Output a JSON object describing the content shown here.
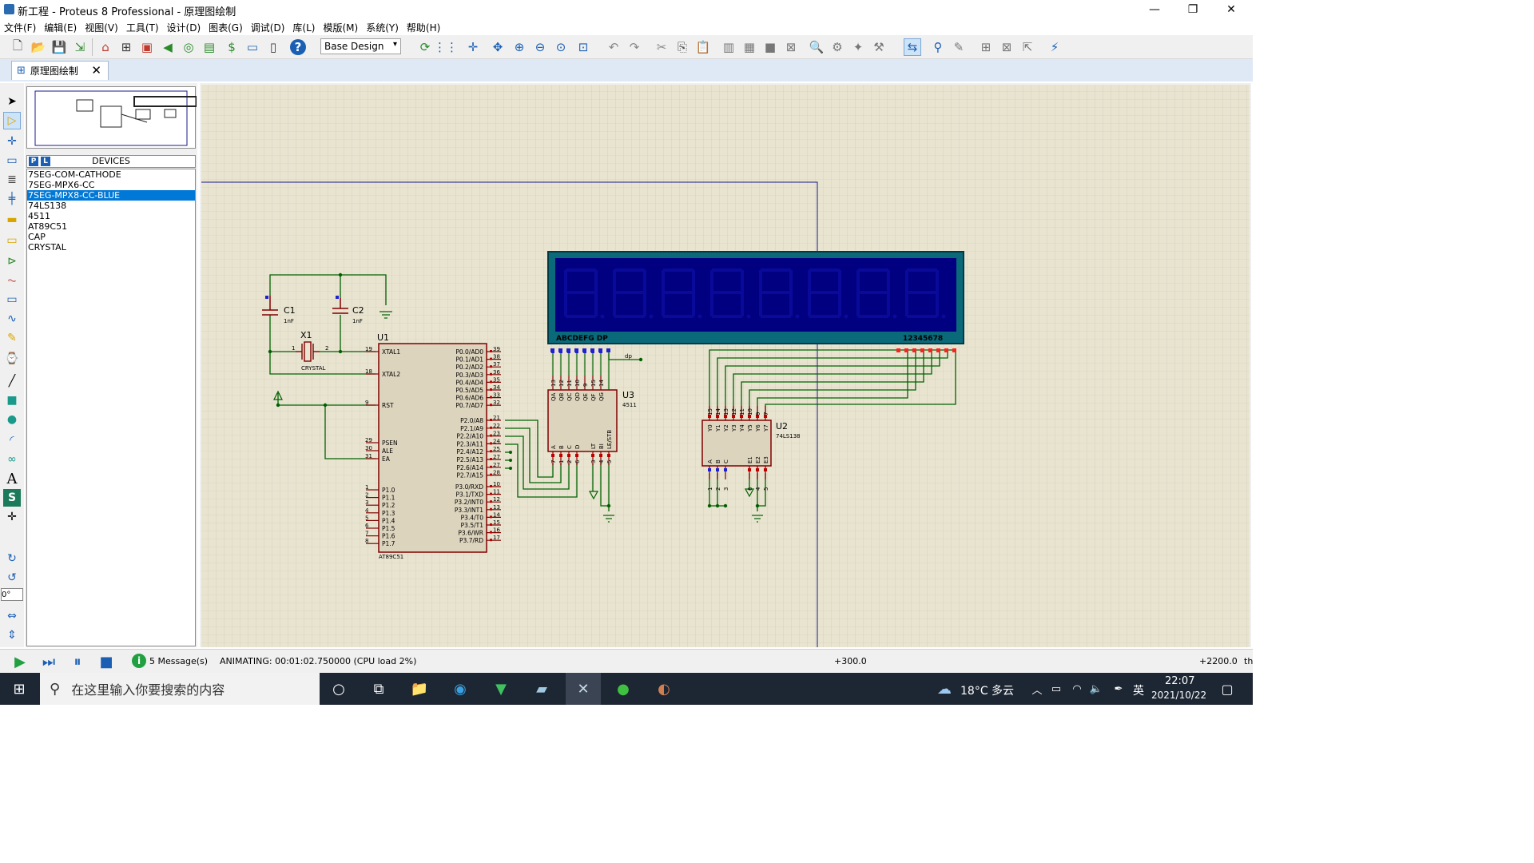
{
  "window": {
    "title": "新工程 - Proteus 8 Professional - 原理图绘制",
    "minimize": "—",
    "restore": "❐",
    "close": "✕"
  },
  "menu": [
    "文件(F)",
    "编辑(E)",
    "视图(V)",
    "工具(T)",
    "设计(D)",
    "图表(G)",
    "调试(D)",
    "库(L)",
    "模版(M)",
    "系统(Y)",
    "帮助(H)"
  ],
  "toolbar": {
    "design_select": "Base Design"
  },
  "tab": {
    "label": "原理图绘制",
    "close": "✕"
  },
  "devices": {
    "header": "DEVICES",
    "p_button": "P",
    "l_button": "L",
    "items": [
      "7SEG-COM-CATHODE",
      "7SEG-MPX6-CC",
      "7SEG-MPX8-CC-BLUE",
      "74LS138",
      "4511",
      "AT89C51",
      "CAP",
      "CRYSTAL"
    ],
    "selected_index": 2
  },
  "rotation_field": "0°",
  "schematic": {
    "c1": {
      "ref": "C1",
      "value": "1nF"
    },
    "c2": {
      "ref": "C2",
      "value": "1nF"
    },
    "x1": {
      "ref": "X1",
      "value": "CRYSTAL",
      "pin1": "1",
      "pin2": "2"
    },
    "u1": {
      "ref": "U1",
      "part": "AT89C51",
      "left_pins": [
        {
          "num": "19",
          "name": "XTAL1"
        },
        {
          "num": "18",
          "name": "XTAL2"
        },
        {
          "num": "9",
          "name": "RST"
        },
        {
          "num": "29",
          "name": "PSEN"
        },
        {
          "num": "30",
          "name": "ALE"
        },
        {
          "num": "31",
          "name": "EA"
        }
      ],
      "p1_pins": [
        {
          "num": "1",
          "name": "P1.0"
        },
        {
          "num": "2",
          "name": "P1.1"
        },
        {
          "num": "3",
          "name": "P1.2"
        },
        {
          "num": "4",
          "name": "P1.3"
        },
        {
          "num": "5",
          "name": "P1.4"
        },
        {
          "num": "6",
          "name": "P1.5"
        },
        {
          "num": "7",
          "name": "P1.6"
        },
        {
          "num": "8",
          "name": "P1.7"
        }
      ],
      "p0_pins": [
        {
          "num": "39",
          "name": "P0.0/AD0"
        },
        {
          "num": "38",
          "name": "P0.1/AD1"
        },
        {
          "num": "37",
          "name": "P0.2/AD2"
        },
        {
          "num": "36",
          "name": "P0.3/AD3"
        },
        {
          "num": "35",
          "name": "P0.4/AD4"
        },
        {
          "num": "34",
          "name": "P0.5/AD5"
        },
        {
          "num": "33",
          "name": "P0.6/AD6"
        },
        {
          "num": "32",
          "name": "P0.7/AD7"
        }
      ],
      "p2_pins": [
        {
          "num": "21",
          "name": "P2.0/A8"
        },
        {
          "num": "22",
          "name": "P2.1/A9"
        },
        {
          "num": "23",
          "name": "P2.2/A10"
        },
        {
          "num": "24",
          "name": "P2.3/A11"
        },
        {
          "num": "25",
          "name": "P2.4/A12"
        },
        {
          "num": "27",
          "name": "P2.5/A13"
        },
        {
          "num": "27",
          "name": "P2.6/A14"
        },
        {
          "num": "28",
          "name": "P2.7/A15"
        }
      ],
      "p3_pins": [
        {
          "num": "10",
          "name": "P3.0/RXD"
        },
        {
          "num": "11",
          "name": "P3.1/TXD"
        },
        {
          "num": "12",
          "name": "P3.2/INT0"
        },
        {
          "num": "13",
          "name": "P3.3/INT1"
        },
        {
          "num": "14",
          "name": "P3.4/T0"
        },
        {
          "num": "15",
          "name": "P3.5/T1"
        },
        {
          "num": "16",
          "name": "P3.6/WR"
        },
        {
          "num": "17",
          "name": "P3.7/RD"
        }
      ]
    },
    "u3": {
      "ref": "U3",
      "part": "4511",
      "top_pins": [
        "QA",
        "QB",
        "QC",
        "QD",
        "QE",
        "QF",
        "QG"
      ],
      "top_nums": [
        "13",
        "12",
        "11",
        "10",
        "9",
        "15",
        "14"
      ],
      "bottom_pins": [
        "A",
        "B",
        "C",
        "D",
        "LT",
        "BI",
        "LE/STB"
      ],
      "bottom_nums": [
        "7",
        "1",
        "2",
        "6",
        "3",
        "4",
        "5"
      ]
    },
    "u2": {
      "ref": "U2",
      "part": "74LS138",
      "top_pins": [
        "Y0",
        "Y1",
        "Y2",
        "Y3",
        "Y4",
        "Y5",
        "Y6",
        "Y7"
      ],
      "top_nums": [
        "15",
        "14",
        "13",
        "12",
        "11",
        "10",
        "9",
        "7"
      ],
      "bottom_pins": [
        "A",
        "B",
        "C",
        "E1",
        "E2",
        "E3"
      ],
      "bottom_nums": [
        "1",
        "2",
        "3",
        "6",
        "4",
        "5"
      ]
    },
    "display": {
      "segments_label": "ABCDEFG  DP",
      "digits_label": "12345678",
      "digit_count": 8
    },
    "dp_net": "dp"
  },
  "status": {
    "messages": "5 Message(s)",
    "animating": "ANIMATING: 00:01:02.750000 (CPU load 2%)",
    "coord_x": "+300.0",
    "coord_y": "+2200.0",
    "unit": "th"
  },
  "taskbar": {
    "search_placeholder": "在这里输入你要搜索的内容",
    "weather": "18°C 多云",
    "ime": "英",
    "time": "22:07",
    "date": "2021/10/22"
  },
  "colors": {
    "sheet": "#e8e4d0",
    "grid": "#c9c5b2",
    "wire": "#006000",
    "component": "#800000",
    "body": "#ddd4bd",
    "display_blue": "#000080",
    "display_frame": "#0a6a7a",
    "selection": "#0078d7"
  }
}
